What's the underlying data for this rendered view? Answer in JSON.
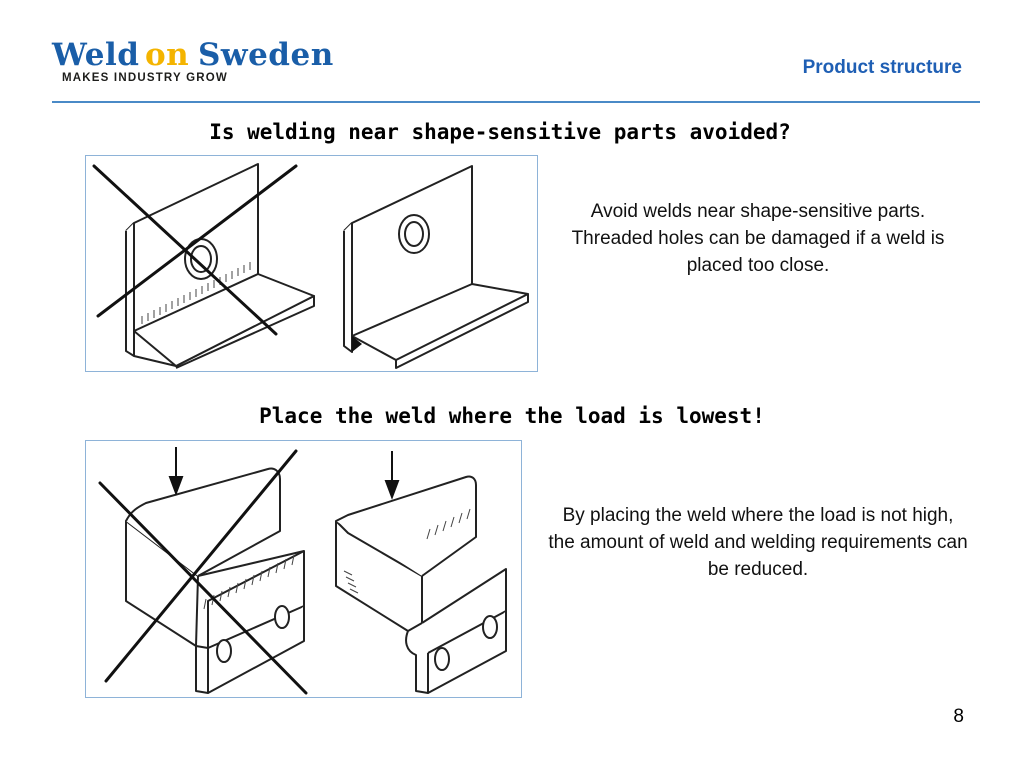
{
  "header": {
    "logo": {
      "word1": "Weld",
      "word2": "on",
      "word3": "Sweden",
      "tagline": "MAKES INDUSTRY GROW"
    },
    "section_title": "Product structure"
  },
  "colors": {
    "brand_blue": "#1f5fb4",
    "logo_blue": "#1a5ea8",
    "logo_yellow": "#f4b400",
    "rule_blue": "#4a8ac7"
  },
  "sections": [
    {
      "heading": "Is welding near shape-sensitive parts avoided?",
      "description": "Avoid welds near shape-sensitive parts. Threaded holes can be damaged if a weld is placed too close."
    },
    {
      "heading": "Place the weld where the load is lowest!",
      "description": "By placing the weld where the load is not high, the amount of weld and welding requirements can be reduced."
    }
  ],
  "page_number": "8"
}
